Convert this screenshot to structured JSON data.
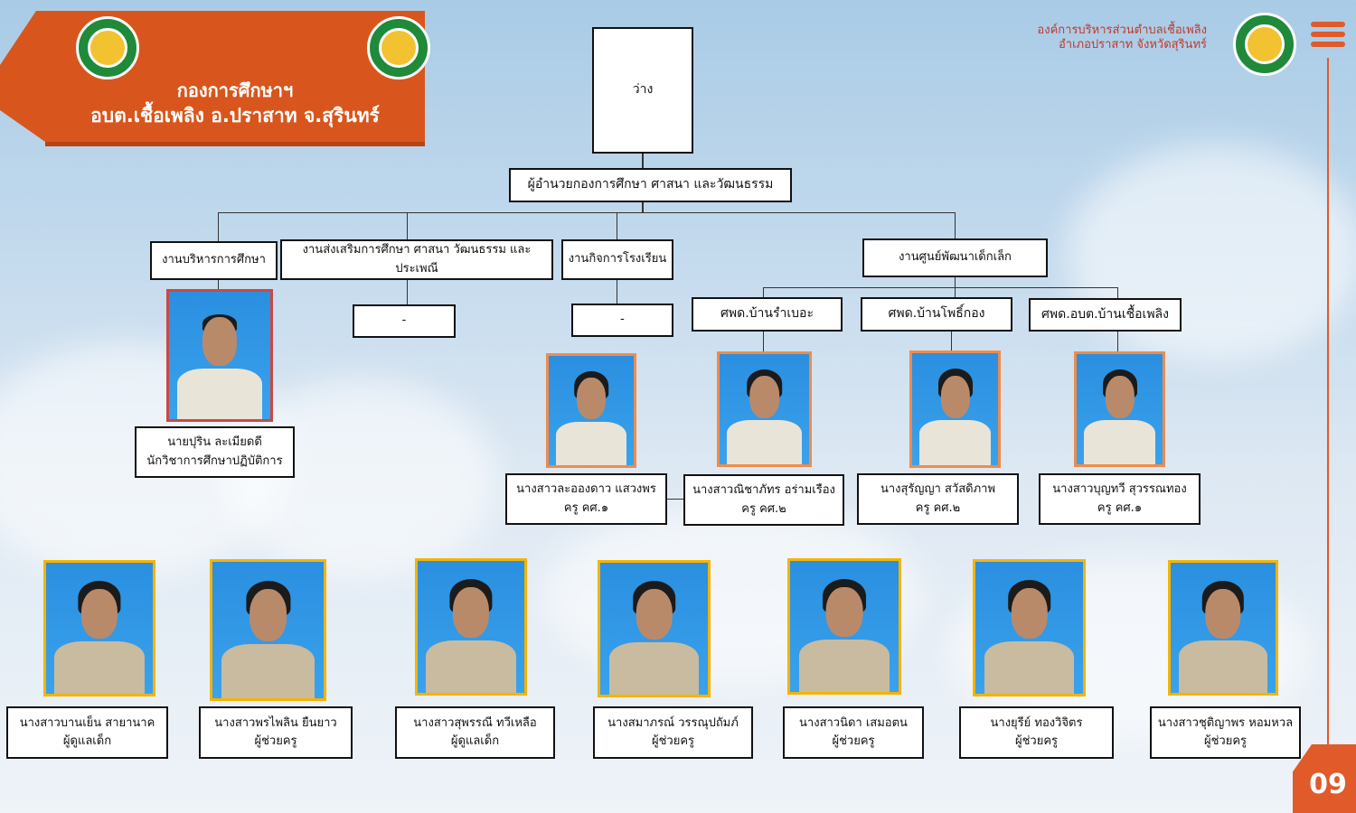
{
  "header": {
    "title_line1": "กองการศึกษาฯ",
    "title_line2": "อบต.เชื้อเพลิง อ.ปราสาท จ.สุรินทร์",
    "org_line1": "องค์การบริหารส่วนตำบลเชื้อเพลิง",
    "org_line2": "อำเภอปราสาท จังหวัดสุรินทร์",
    "accent": "#e05a2a"
  },
  "page_number": "09",
  "chart": {
    "top": "ว่าง",
    "director": "ผู้อำนวยกองการศึกษา ศาสนา และวัฒนธรรม",
    "sections": {
      "admin": "งานบริหารการศึกษา",
      "promotion": "งานส่งเสริมการศึกษา ศาสนา วัฒนธรรม และประเพณี",
      "school": "งานกิจการโรงเรียน",
      "child_center": "งานศูนย์พัฒนาเด็กเล็ก"
    },
    "empty_promotion": "-",
    "empty_school": "-",
    "centers": {
      "c1": "ศพด.บ้านรำเบอะ",
      "c2": "ศพด.บ้านโพธิ์กอง",
      "c3": "ศพด.อบต.บ้านเชื้อเพลิง"
    },
    "people": {
      "p_admin": {
        "name": "นายปุริน ละเมียดดี",
        "role": "นักวิชาการศึกษาปฏิบัติการ"
      },
      "p_t1": {
        "name": "นางสาวละอองดาว แสวงพร",
        "role": "ครู คศ.๑"
      },
      "p_t2": {
        "name": "นางสาวณิชาภัทร อร่ามเรือง",
        "role": "ครู คศ.๒"
      },
      "p_t3": {
        "name": "นางสุรัญญา สวัสดิภาพ",
        "role": "ครู คศ.๒"
      },
      "p_t4": {
        "name": "นางสาวบุญทวี สุวรรณทอง",
        "role": "ครู คศ.๑"
      },
      "s1": {
        "name": "นางสาวบานเย็น สายานาค",
        "role": "ผู้ดูแลเด็ก"
      },
      "s2": {
        "name": "นางสาวพรไพลิน ยืนยาว",
        "role": "ผู้ช่วยครู"
      },
      "s3": {
        "name": "นางสาวสุพรรณี ทวีเหลือ",
        "role": "ผู้ดูแลเด็ก"
      },
      "s4": {
        "name": "นางสมาภรณ์ วรรณุปถัมภ์",
        "role": "ผู้ช่วยครู"
      },
      "s5": {
        "name": "นางสาวนิดา เสมอตน",
        "role": "ผู้ช่วยครู"
      },
      "s6": {
        "name": "นางยุรีย์ ทองวิจิตร",
        "role": "ผู้ช่วยครู"
      },
      "s7": {
        "name": "นางสาวชุติญาพร หอมหวล",
        "role": "ผู้ช่วยครู"
      }
    }
  }
}
